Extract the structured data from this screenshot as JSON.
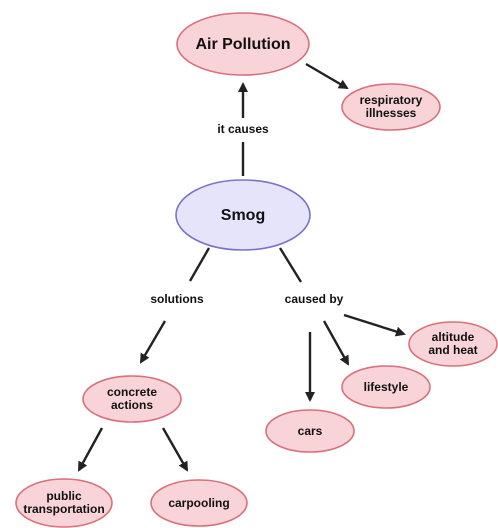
{
  "nodes": {
    "air_pollution": "Air Pollution",
    "respiratory_illnesses": [
      "respiratory",
      "illnesses"
    ],
    "smog": "Smog",
    "concrete_actions": [
      "concrete",
      "actions"
    ],
    "public_transportation": [
      "public",
      "transportation"
    ],
    "carpooling": "carpooling",
    "cars": "cars",
    "lifestyle": "lifestyle",
    "altitude_and_heat": [
      "altitude",
      "and heat"
    ]
  },
  "edge_labels": {
    "it_causes": "it causes",
    "solutions": "solutions",
    "caused_by": "caused by"
  }
}
